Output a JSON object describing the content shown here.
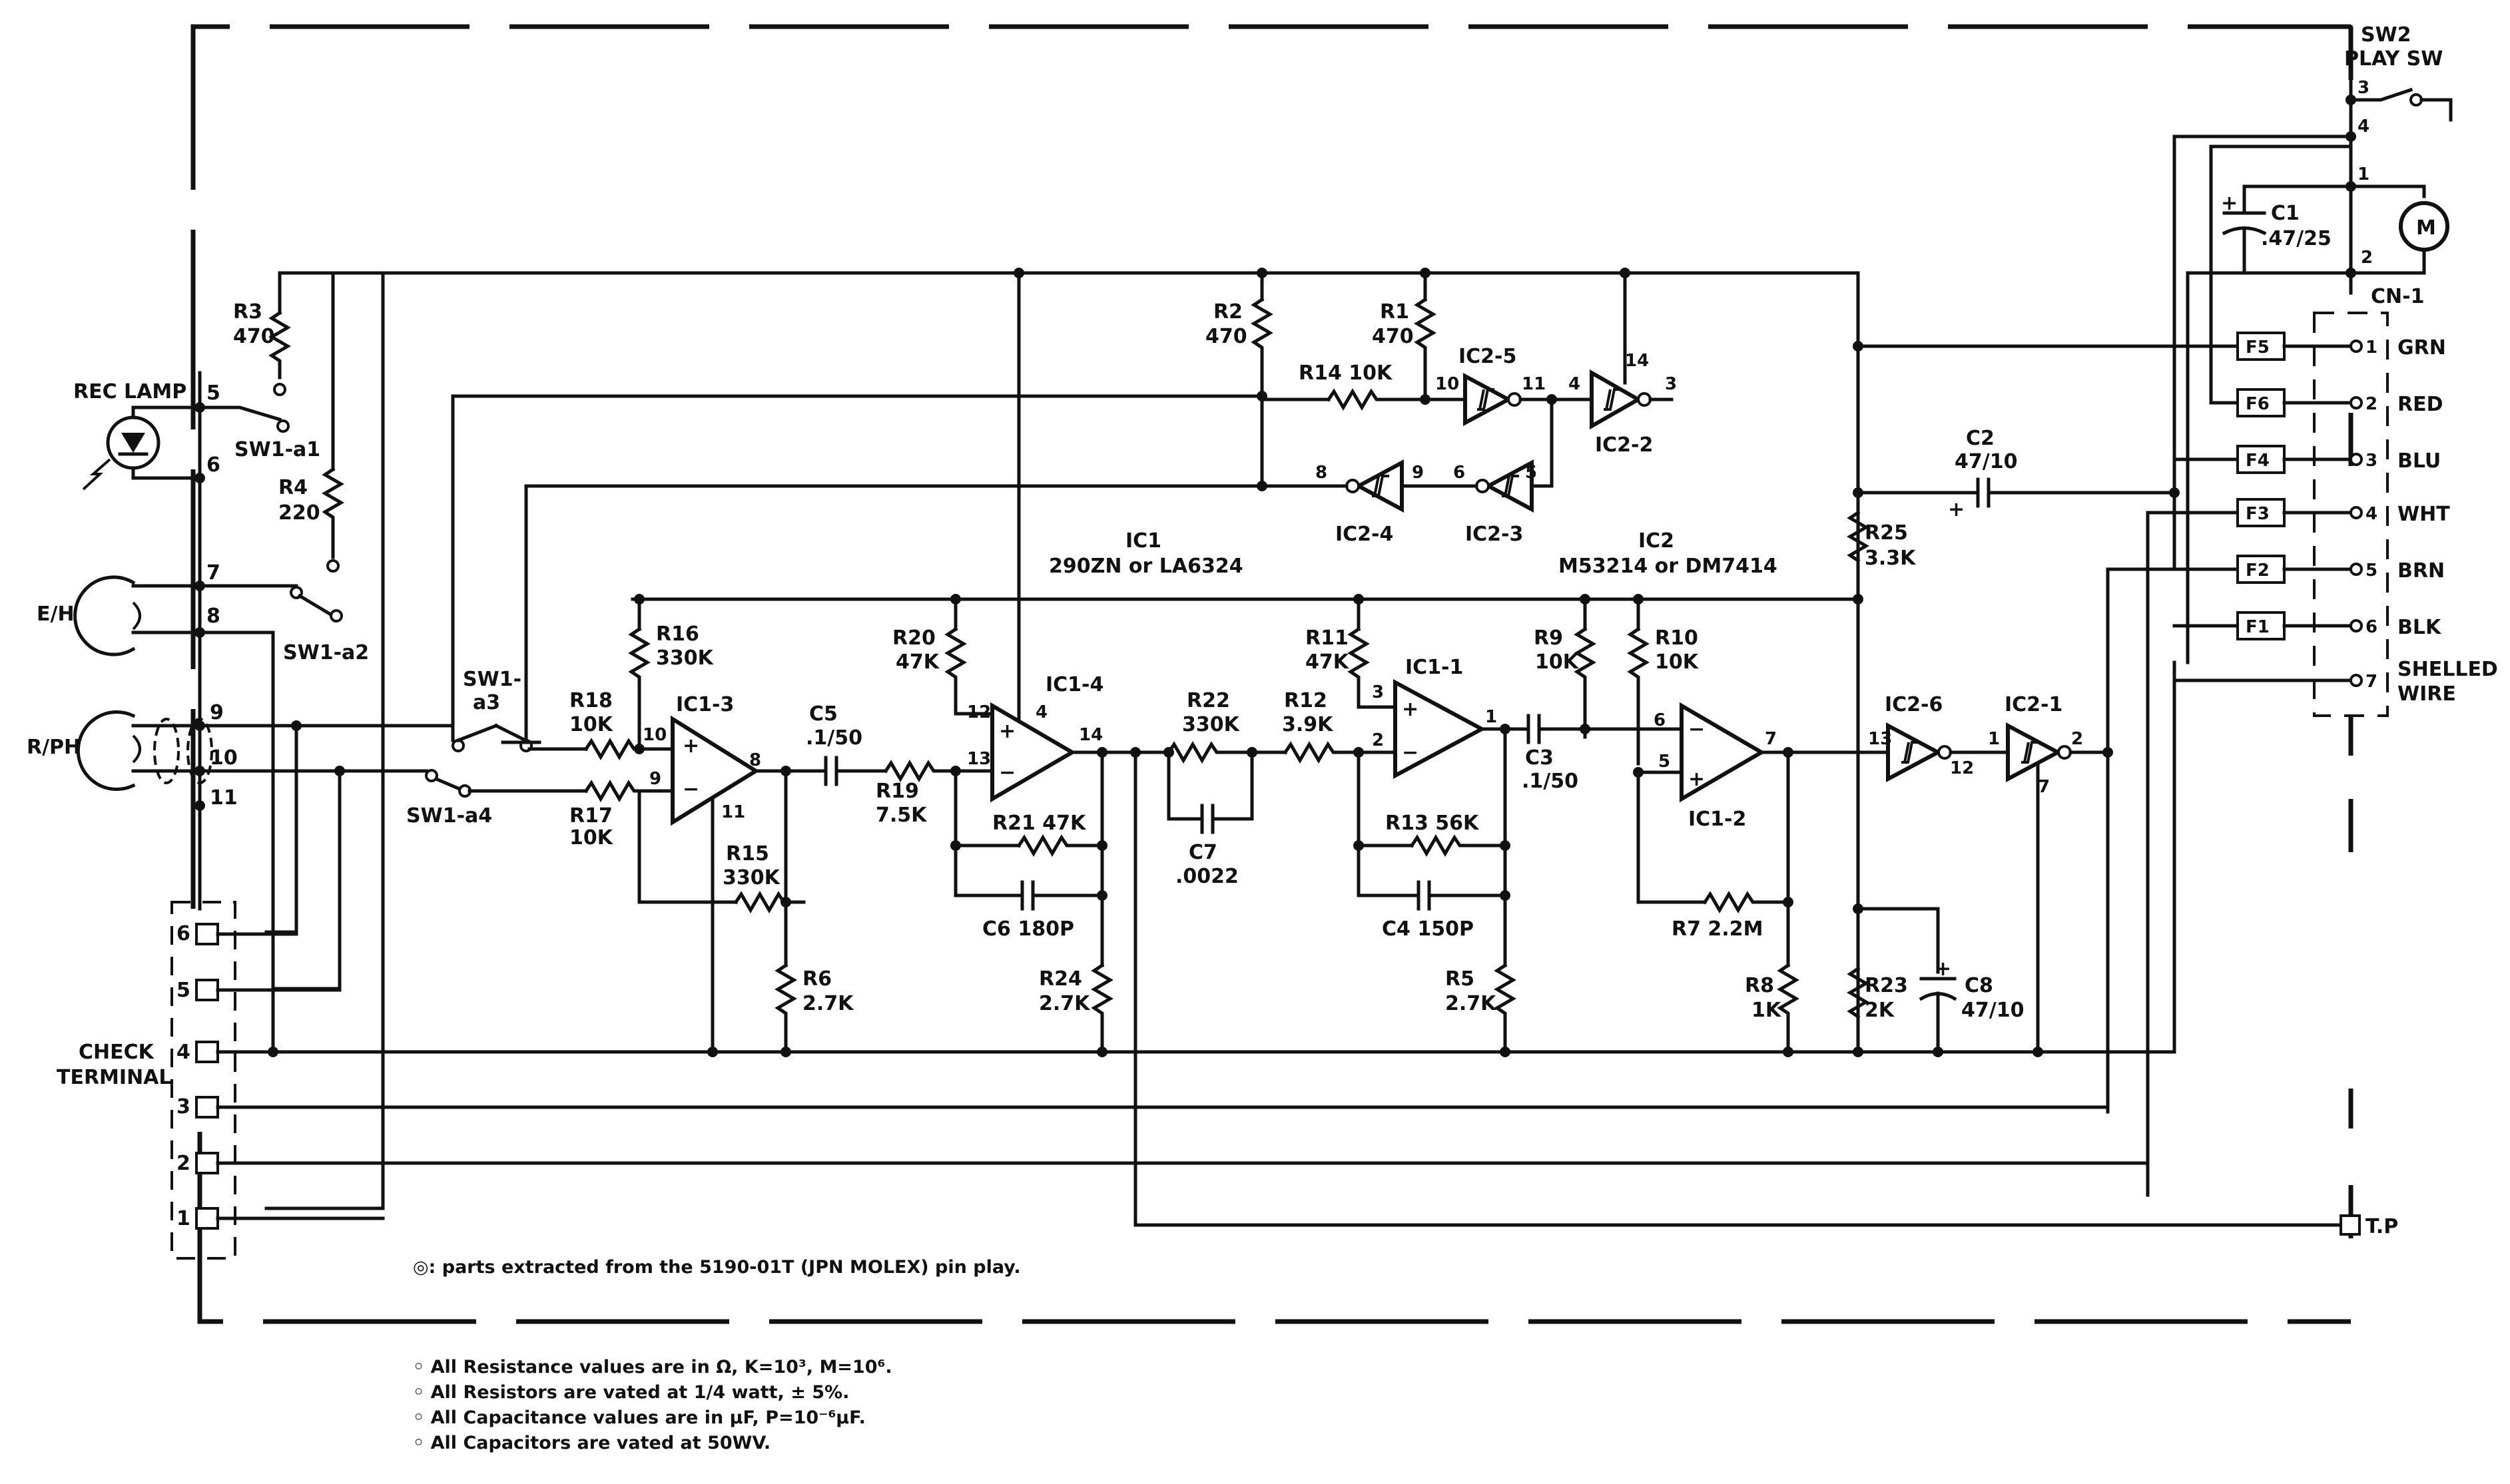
{
  "switches": {
    "sw2_name": "SW2",
    "sw2_sub": "PLAY SW",
    "sw2_pins": [
      "3",
      "4",
      "1",
      "2"
    ],
    "sw1_a1": "SW1-a1",
    "sw1_a2": "SW1-a2",
    "sw1_a3_top": "SW1-",
    "sw1_a3_bot": "a3",
    "sw1_a4": "SW1-a4"
  },
  "components": {
    "c1": "C1",
    "c1_val": ".47/25",
    "motor": "M",
    "r3": "R3",
    "r3_val": "470",
    "r4": "R4",
    "r4_val": "220",
    "r2": "R2",
    "r2_val": "470",
    "r1": "R1",
    "r1_val": "470",
    "r14": "R14 10K",
    "r16": "R16",
    "r16_val": "330K",
    "r18": "R18",
    "r18_val": "10K",
    "r17": "R17",
    "r17_val": "10K",
    "r15": "R15",
    "r15_val": "330K",
    "r6": "R6",
    "r6_val": "2.7K",
    "c5": "C5",
    "c5_val": ".1/50",
    "r19": "R19",
    "r19_val": "7.5K",
    "r20": "R20",
    "r20_val": "47K",
    "r21": "R21 47K",
    "c6": "C6 180P",
    "r24": "R24",
    "r24_val": "2.7K",
    "r22": "R22",
    "r22_val": "330K",
    "c7": "C7",
    "c7_val": ".0022",
    "r12": "R12",
    "r12_val": "3.9K",
    "r11": "R11",
    "r11_val": "47K",
    "r13": "R13 56K",
    "c4": "C4 150P",
    "r5": "R5",
    "r5_val": "2.7K",
    "c3": "C3",
    "c3_val": ".1/50",
    "r9": "R9",
    "r9_val": "10K",
    "r10": "R10",
    "r10_val": "10K",
    "r7": "R7 2.2M",
    "r8": "R8",
    "r8_val": "1K",
    "r25": "R25",
    "r25_val": "3.3K",
    "r23": "R23",
    "r23_val": "2K",
    "c8": "C8",
    "c8_val": "47/10",
    "c2": "C2",
    "c2_val": "47/10",
    "plus": "+"
  },
  "ics": {
    "ic1": "IC1",
    "ic1_part": "290ZN or LA6324",
    "ic2": "IC2",
    "ic2_part": "M53214 or DM7414",
    "ic1_3": "IC1-3",
    "ic1_4": "IC1-4",
    "ic1_1": "IC1-1",
    "ic1_2": "IC1-2",
    "ic2_5": "IC2-5",
    "ic2_2": "IC2-2",
    "ic2_4": "IC2-4",
    "ic2_3": "IC2-3",
    "ic2_6": "IC2-6",
    "ic2_1": "IC2-1",
    "pins": {
      "p10": "10",
      "p9": "9",
      "p8": "8",
      "p11": "11",
      "p12": "12",
      "p13": "13",
      "p4": "4",
      "p14": "14",
      "p3": "3",
      "p2": "2",
      "p1": "1",
      "p6": "6",
      "p5": "5",
      "p7": "7",
      "g10": "10",
      "g11": "11",
      "g4": "4",
      "g14": "14",
      "g3": "3",
      "g8": "8",
      "g9": "9",
      "g6": "6",
      "g5": "5",
      "g13": "13",
      "g12": "12",
      "g1": "1",
      "g2": "2",
      "g7": "7"
    },
    "op_plus": "+",
    "op_minus": "−"
  },
  "heads": {
    "rec_lamp": "REC LAMP",
    "eh": "E/H",
    "rph": "R/PH",
    "pins": [
      "5",
      "6",
      "7",
      "8",
      "9",
      "10",
      "11"
    ]
  },
  "check_terminal": {
    "line1": "CHECK",
    "line2": "TERMINAL",
    "pins": [
      "6",
      "5",
      "4",
      "3",
      "2",
      "1"
    ]
  },
  "connector": {
    "name": "CN-1",
    "rows": [
      {
        "fuse": "F5",
        "pin": "1",
        "wire": "GRN"
      },
      {
        "fuse": "F6",
        "pin": "2",
        "wire": "RED"
      },
      {
        "fuse": "F4",
        "pin": "3",
        "wire": "BLU"
      },
      {
        "fuse": "F3",
        "pin": "4",
        "wire": "WHT"
      },
      {
        "fuse": "F2",
        "pin": "5",
        "wire": "BRN"
      },
      {
        "fuse": "F1",
        "pin": "6",
        "wire": "BLK"
      }
    ],
    "pin7": "7",
    "shelled1": "SHELLED",
    "shelled2": "WIRE",
    "tp": "T.P"
  },
  "footnote": "◎: parts extracted from the 5190-01T (JPN MOLEX) pin play.",
  "notes": [
    "◦  All Resistance values are in Ω, K=10³, M=10⁶.",
    "◦  All Resistors are vated at 1/4 watt, ± 5%.",
    "◦  All Capacitance values are in μF, P=10⁻⁶μF.",
    "◦  All Capacitors are vated at 50WV."
  ]
}
